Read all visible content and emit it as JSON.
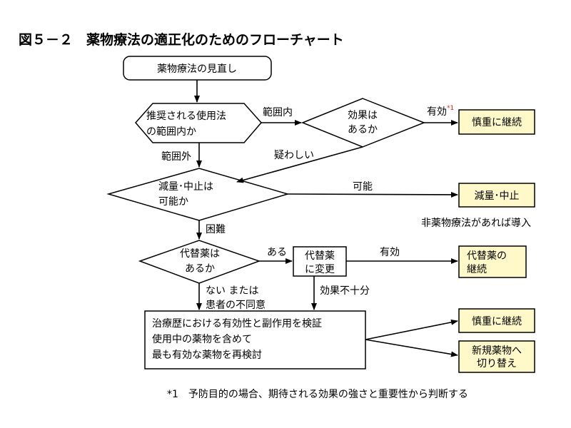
{
  "title": "図５－２　薬物療法の適正化のためのフローチャート",
  "colors": {
    "result_fill": "#fff8c8",
    "footnote_mark": "#e02020"
  },
  "nodes": {
    "start": "薬物療法の見直し",
    "q_dose": [
      "推奨される使用法",
      "の範囲内か"
    ],
    "q_effect": [
      "効果は",
      "あるか"
    ],
    "r_continue1": "慎重に継続",
    "q_reduce": [
      "減量･中止は",
      "可能か"
    ],
    "r_reduce": "減量･中止",
    "note_nondrug": "非薬物療法があれば導入",
    "q_alt": [
      "代替薬は",
      "あるか"
    ],
    "p_change": [
      "代替薬",
      "に変更"
    ],
    "r_alt": [
      "代替薬の",
      "継続"
    ],
    "p_review": [
      "治療歴における有効性と副作用を検証",
      "使用中の薬物を含めて",
      "最も有効な薬物を再検討"
    ],
    "r_continue2": "慎重に継続",
    "r_switch": [
      "新規薬物へ",
      "切り替え"
    ]
  },
  "edges": {
    "within_range": "範囲内",
    "outside_range": "範囲外",
    "effective": "有効",
    "footnote_mark": "*1",
    "doubtful": "疑わしい",
    "possible": "可能",
    "difficult": "困難",
    "exists": "ある",
    "effective2": "有効",
    "none_or_refuse": [
      "ない または",
      "患者の不同意"
    ],
    "insufficient": "効果不十分"
  },
  "footnote": "*1　予防目的の場合、期待される効果の強さと重要性から判断する"
}
